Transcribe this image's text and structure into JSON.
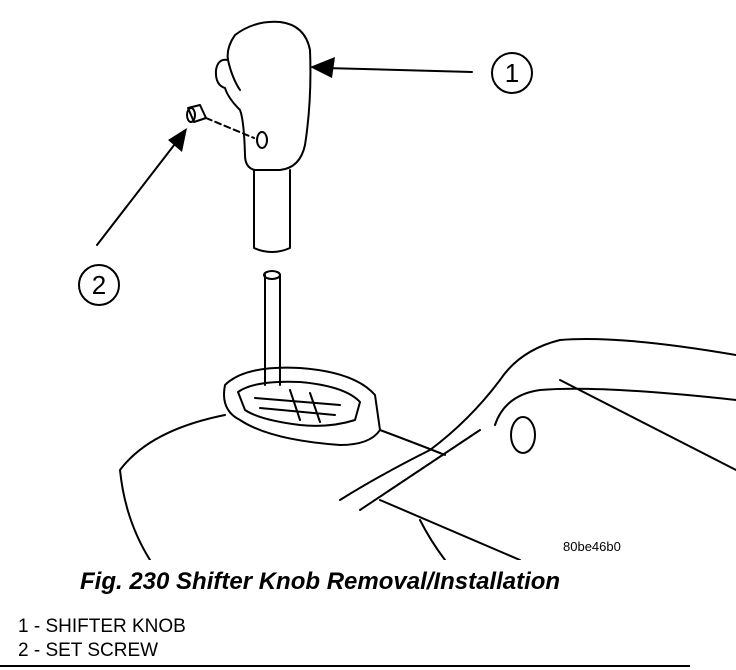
{
  "callouts": [
    {
      "number": "1"
    },
    {
      "number": "2"
    }
  ],
  "image_code": "80be46b0",
  "caption": "Fig. 230 Shifter Knob Removal/Installation",
  "legend": [
    "1 - SHIFTER KNOB",
    "2 - SET SCREW"
  ]
}
